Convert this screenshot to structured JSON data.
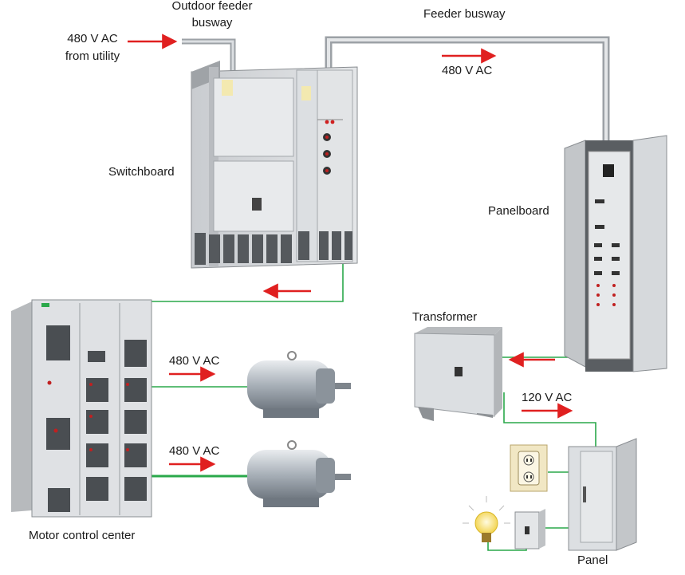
{
  "labels": {
    "utility_voltage": "480 V AC",
    "utility_source": "from utility",
    "outdoor_busway_line1": "Outdoor feeder",
    "outdoor_busway_line2": "busway",
    "feeder_busway": "Feeder busway",
    "feeder_voltage": "480 V AC",
    "switchboard": "Switchboard",
    "panelboard": "Panelboard",
    "transformer": "Transformer",
    "motor1_voltage": "480 V AC",
    "motor2_voltage": "480 V AC",
    "branch_voltage": "120 V AC",
    "mcc": "Motor control center",
    "panel": "Panel"
  },
  "colors": {
    "flow_arrow": "#e02020",
    "wire": "#2aa84a",
    "busway": "#b8bcbf",
    "equipment": "#d4d7da",
    "equipment_dark": "#5f6265"
  },
  "icons": [
    "switchboard-icon",
    "panelboard-icon",
    "motor-control-center-icon",
    "motor-icon",
    "transformer-icon",
    "panel-icon",
    "duplex-outlet-icon",
    "light-switch-icon",
    "light-bulb-icon"
  ]
}
